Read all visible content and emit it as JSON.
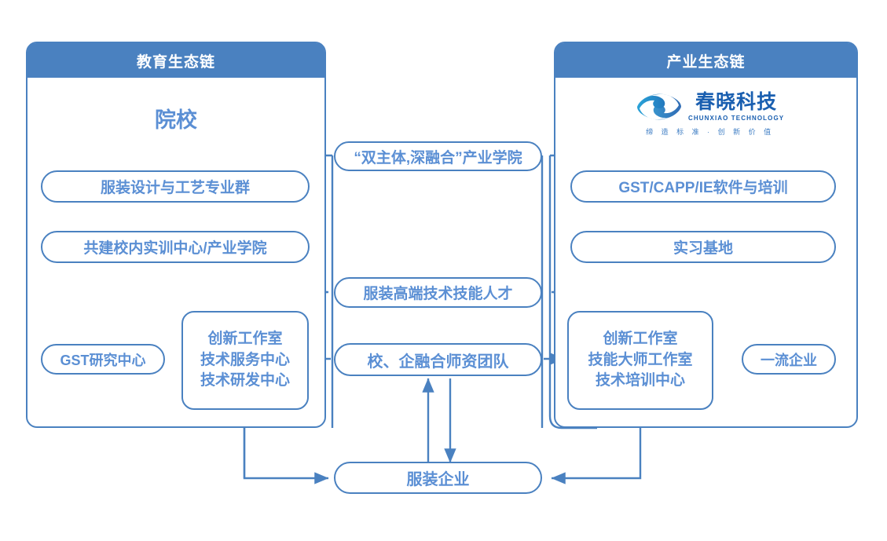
{
  "panels": {
    "left": {
      "title": "教育生态链",
      "section_title": "院校"
    },
    "right": {
      "title": "产业生态链"
    }
  },
  "logo": {
    "name": "chunxiao-logo",
    "cn": "春晓科技",
    "en": "CHUNXIAO TECHNOLOGY",
    "slogan": "缔 造 标 准 · 创 新 价 值",
    "icon": "swirl-eye-icon"
  },
  "nodes": {
    "industry_college": "“双主体,深融合”产业学院",
    "left_major_group": "服装设计与工艺专业群",
    "left_training_center": "共建校内实训中心/产业学院",
    "right_software": "GST/CAPP/IE软件与培训",
    "right_internship": "实习基地",
    "talent": "服装高端技术技能人才",
    "gst_research": "GST研究中心",
    "left_centers": [
      "创新工作室",
      "技术服务中心",
      "技术研发中心"
    ],
    "right_centers": [
      "创新工作室",
      "技能大师工作室",
      "技术培训中心"
    ],
    "faculty_team": "校、企融合师资团队",
    "top_enterprise": "一流企业",
    "garment_enterprise": "服装企业"
  },
  "colors": {
    "brand_blue": "#4a81c0",
    "text_blue": "#5b8fd4",
    "logo_blue": "#1a5fb0",
    "header_text": "#ffffff",
    "background": "#ffffff"
  }
}
